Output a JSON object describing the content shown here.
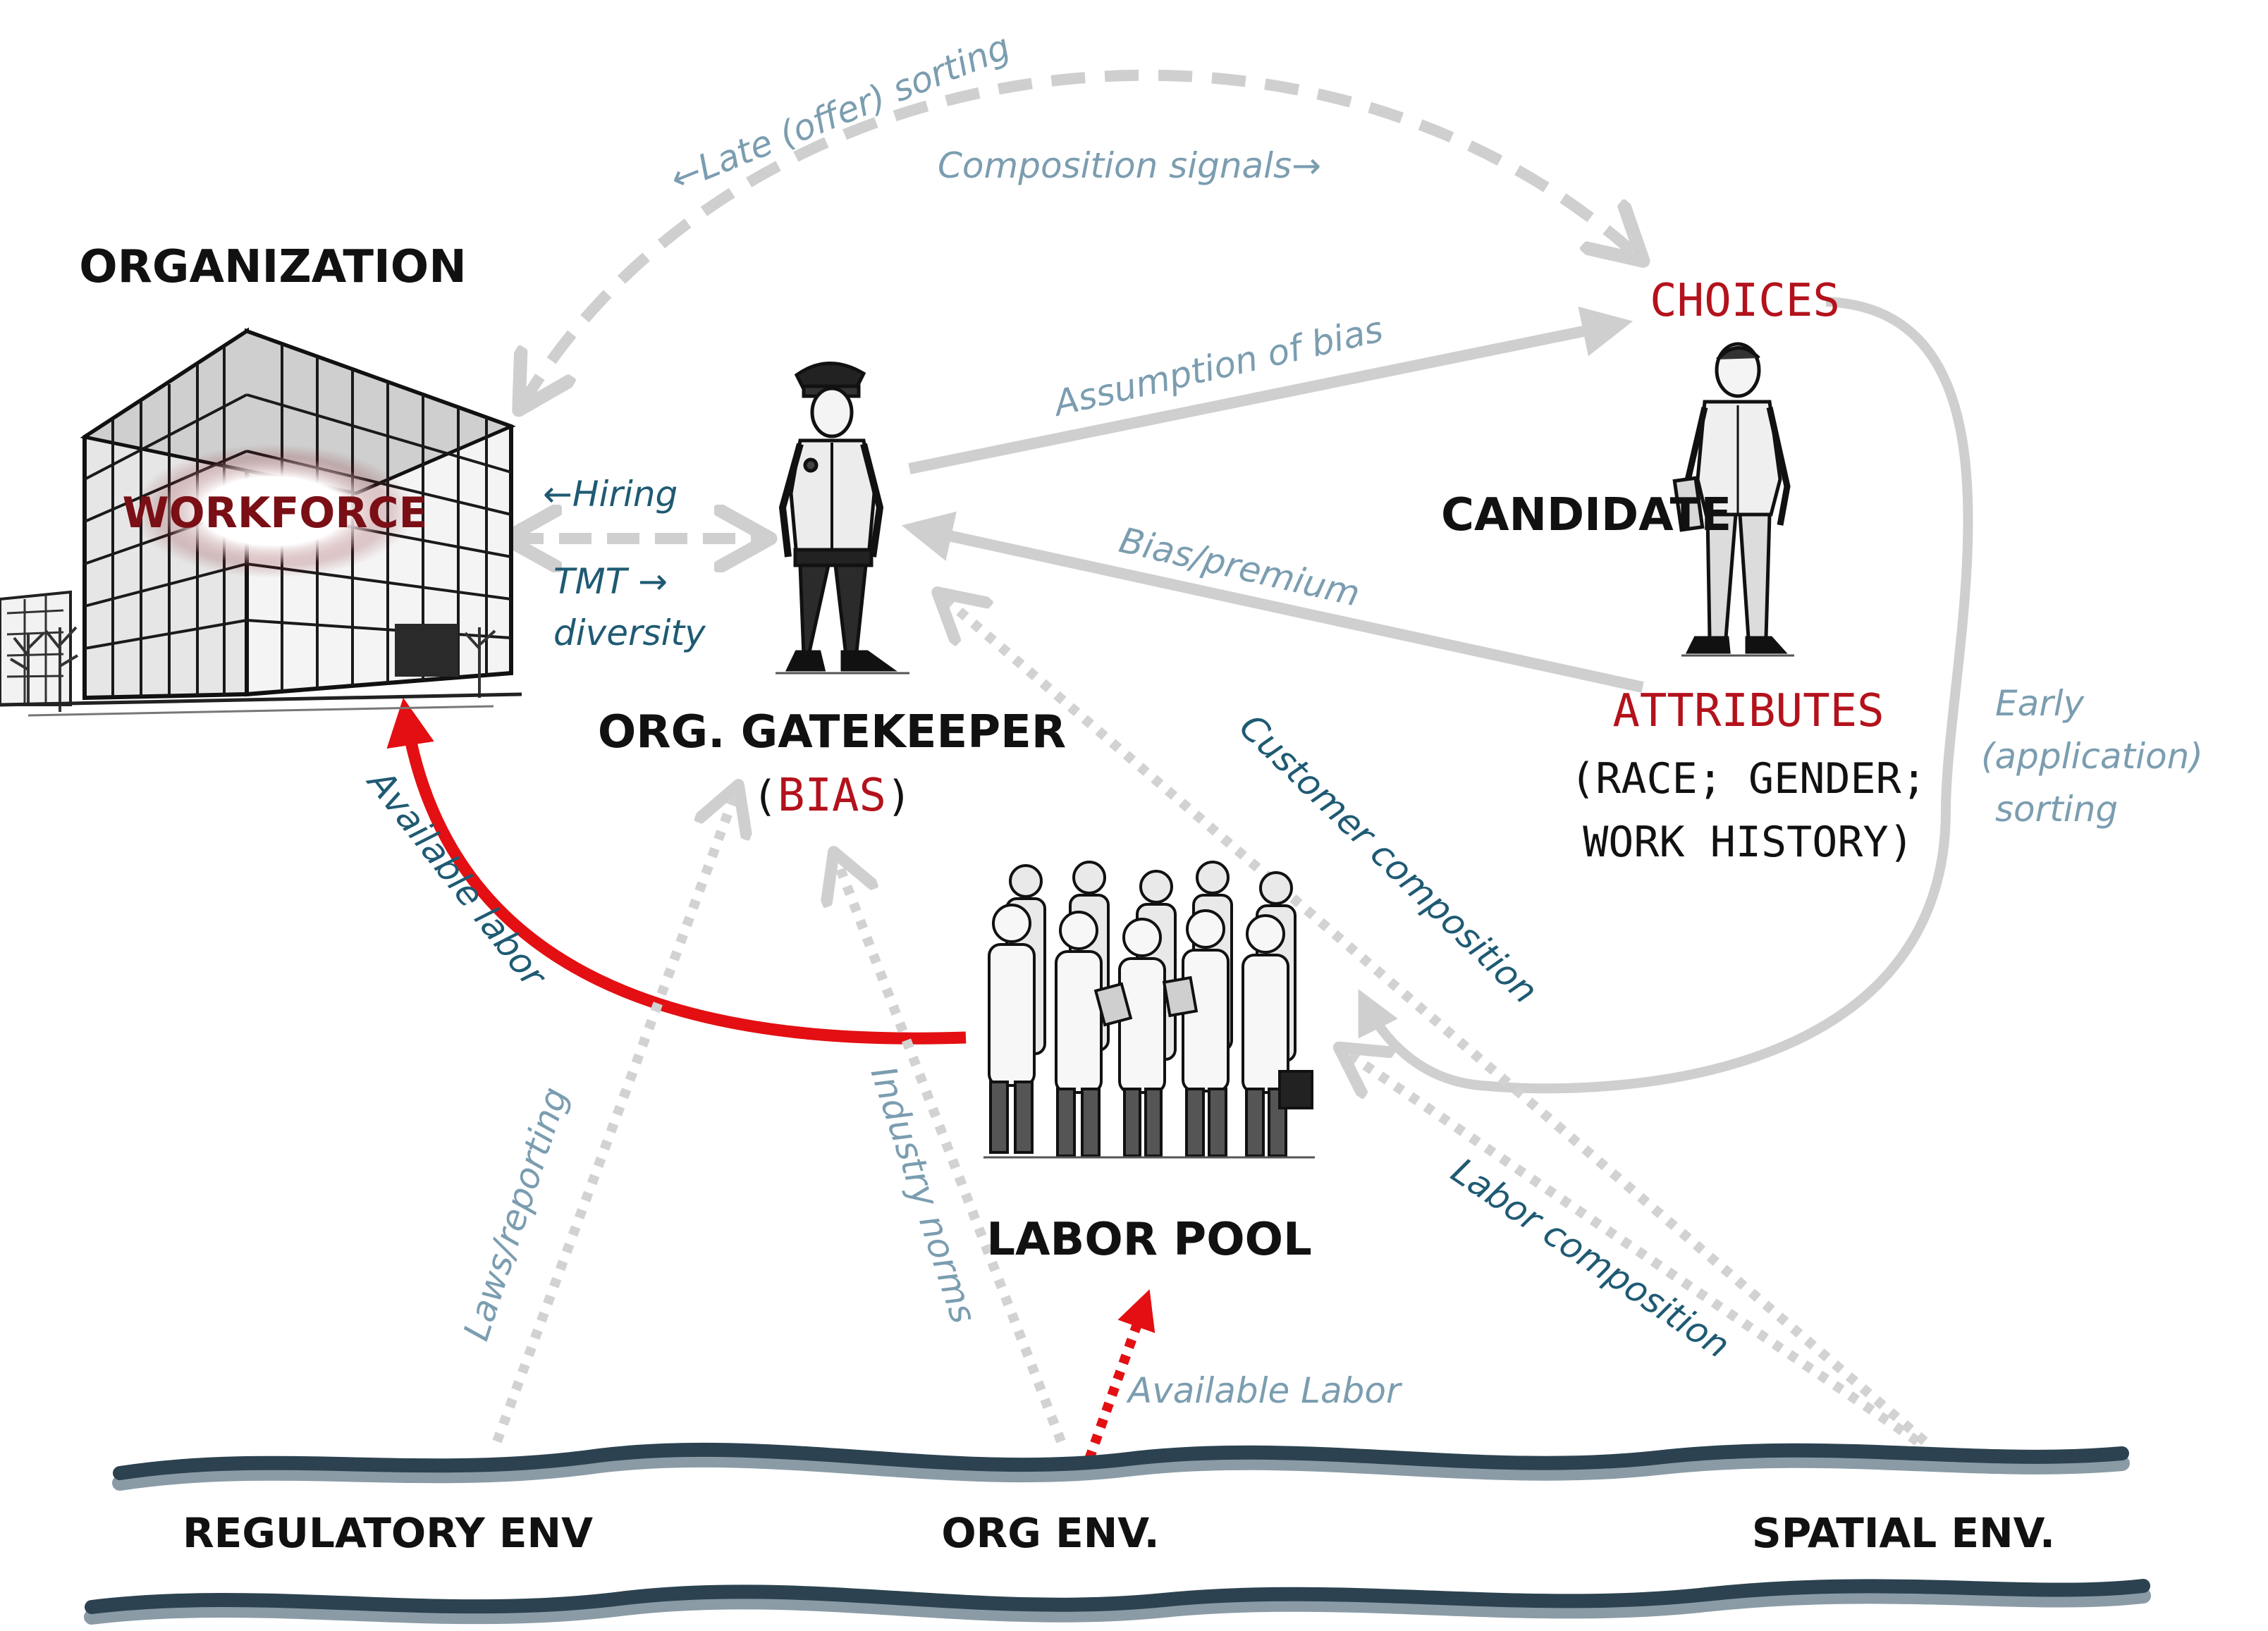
{
  "nodes": {
    "organization": "ORGANIZATION",
    "workforce": "WORKFORCE",
    "gatekeeper": "ORG. GATEKEEPER",
    "gatekeeper_open": "(",
    "gatekeeper_bias": "BIAS",
    "gatekeeper_close": ")",
    "candidate": "CANDIDATE",
    "choices": "CHOICES",
    "attributes": "ATTRIBUTES",
    "attributes_detail_1": "(RACE; GENDER;",
    "attributes_detail_2": "WORK HISTORY)",
    "labor_pool": "LABOR POOL"
  },
  "environments": {
    "regulatory": "REGULATORY ENV",
    "org": "ORG ENV.",
    "spatial": "SPATIAL ENV."
  },
  "edges": {
    "late_sorting": "←Late (offer) sorting",
    "composition_signals": "Composition signals→",
    "assumption_of_bias": "Assumption of bias",
    "hiring": "←Hiring",
    "tmt_1": "TMT →",
    "tmt_2": "diversity",
    "bias_premium": "Bias/premium",
    "customer_composition": "Customer composition",
    "early_1": "Early",
    "early_2": "(application)",
    "early_3": "sorting",
    "available_labor_red": "Available labor",
    "laws_reporting": "Laws/reporting",
    "industry_norms": "Industry norms",
    "labor_composition": "Labor composition",
    "available_labor_env": "Available Labor"
  },
  "colors": {
    "accent_red": "#e30f12",
    "label_red": "#b3121c",
    "label_light_blue": "#7b9db0",
    "label_dark_blue": "#1f5a73",
    "arrow_gray": "#cfcfcf",
    "dotted_gray": "#d2d2d2",
    "river_dark": "#2c4250",
    "river_light": "#8a9ba6"
  },
  "icons": [
    "building-icon",
    "police-officer-icon",
    "candidate-man-icon",
    "people-group-icon"
  ]
}
